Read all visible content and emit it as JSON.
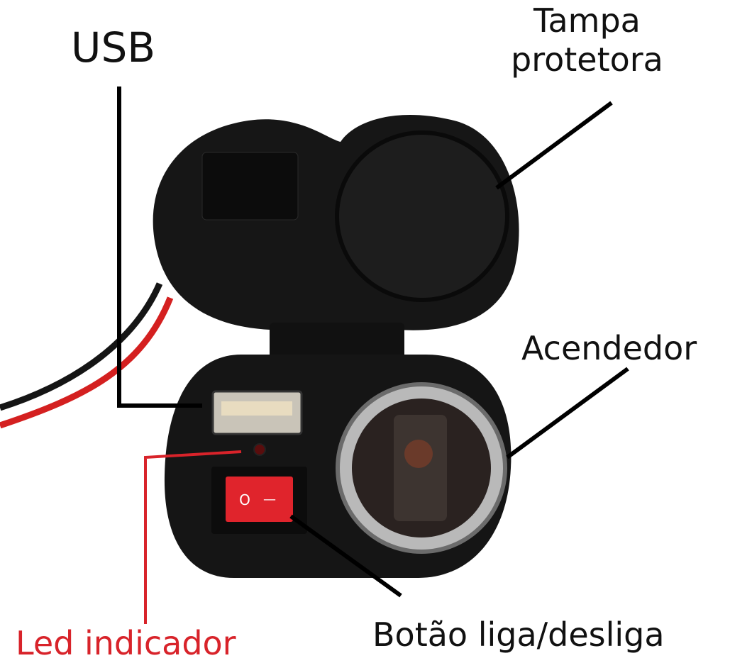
{
  "labels": {
    "usb": "USB",
    "tampa_line1": "Tampa",
    "tampa_line2": "protetora",
    "acendedor": "Acendedor",
    "led": "Led indicador",
    "botao": "Botão liga/desliga"
  },
  "switch_symbols": {
    "off": "O",
    "on": "—"
  },
  "colors": {
    "text": "#111111",
    "led_label": "#d8232a",
    "switch": "#e0242c",
    "device": "#151515"
  }
}
